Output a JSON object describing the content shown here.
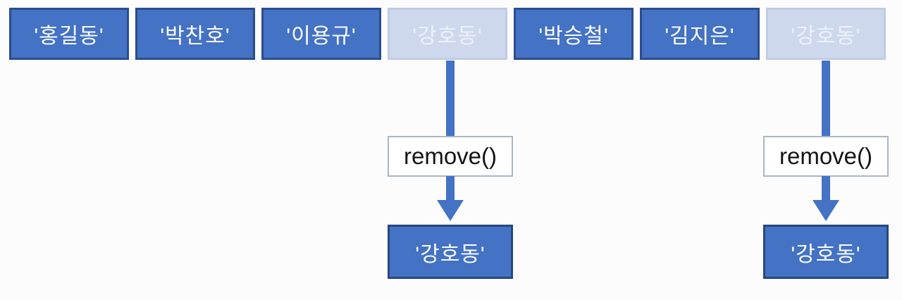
{
  "diagram": {
    "description_type": "python-list-remove-diagram",
    "list": {
      "items": [
        {
          "label": "'홍길동'",
          "highlighted": false
        },
        {
          "label": "'박찬호'",
          "highlighted": false
        },
        {
          "label": "'이용규'",
          "highlighted": false
        },
        {
          "label": "'강호동'",
          "highlighted": true
        },
        {
          "label": "'박승철'",
          "highlighted": false
        },
        {
          "label": "'김지은'",
          "highlighted": false
        },
        {
          "label": "'강호동'",
          "highlighted": true
        }
      ]
    },
    "operations": [
      {
        "method_label": "remove()",
        "result_label": "'강호동'"
      },
      {
        "method_label": "remove()",
        "result_label": "'강호동'"
      }
    ],
    "colors": {
      "item_fill": "#4472c4",
      "item_border": "#2c4d8e",
      "item_text": "#fafcff",
      "highlight_fill": "#cdd8ec",
      "highlight_border": "#c0cce4",
      "highlight_text": "#ecf1f9",
      "arrow": "#4472c4",
      "method_box_fill": "#ffffff",
      "method_box_border": "#aab6c6",
      "method_text": "#141414",
      "background": "#fcfcfc"
    }
  }
}
